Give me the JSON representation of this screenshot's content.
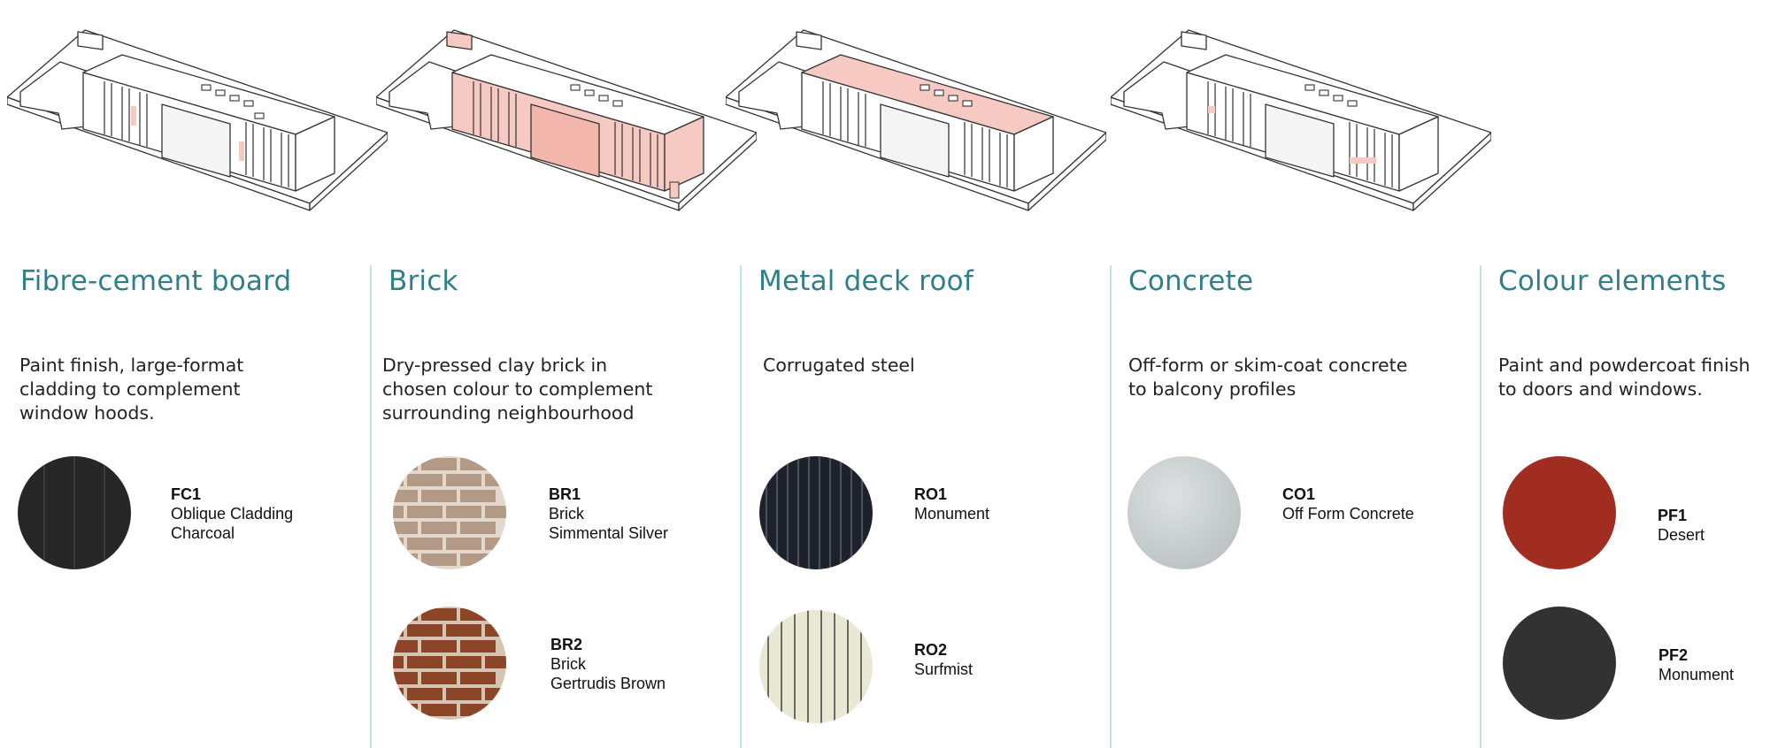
{
  "columns": [
    {
      "title": "Fibre-cement board",
      "description": [
        "Paint finish, large-format",
        "cladding to complement",
        "window hoods."
      ],
      "materials": [
        {
          "code": "FC1",
          "lines": [
            "Oblique Cladding",
            "Charcoal"
          ],
          "swatch": "charcoal-cladding"
        }
      ]
    },
    {
      "title": "Brick",
      "description": [
        "Dry-pressed clay brick in",
        "chosen colour to complement",
        "surrounding neighbourhood"
      ],
      "materials": [
        {
          "code": "BR1",
          "lines": [
            "Brick",
            "Simmental Silver"
          ],
          "swatch": "silver-brick"
        },
        {
          "code": "BR2",
          "lines": [
            "Brick",
            "Gertrudis Brown"
          ],
          "swatch": "brown-brick"
        }
      ]
    },
    {
      "title": "Metal deck roof",
      "description": [
        "Corrugated steel"
      ],
      "materials": [
        {
          "code": "RO1",
          "lines": [
            "Monument"
          ],
          "swatch": "monument-corrugated"
        },
        {
          "code": "RO2",
          "lines": [
            "Surfmist"
          ],
          "swatch": "surfmist-corrugated"
        }
      ]
    },
    {
      "title": "Concrete",
      "description": [
        "Off-form or skim-coat concrete",
        "to balcony profiles"
      ],
      "materials": [
        {
          "code": "CO1",
          "lines": [
            "Off Form Concrete"
          ],
          "swatch": "off-form-concrete"
        }
      ]
    },
    {
      "title": "Colour elements",
      "description": [
        "Paint and powdercoat finish",
        "to doors and windows."
      ],
      "materials": [
        {
          "code": "PF1",
          "lines": [
            "Desert"
          ],
          "swatch": "desert-red"
        },
        {
          "code": "PF2",
          "lines": [
            "Monument"
          ],
          "swatch": "monument-grey"
        }
      ]
    }
  ],
  "colors": {
    "heading": "#2f7f8b",
    "divider": "#bfe3e7",
    "highlight": "#f6c9c3",
    "charcoal": "#262626",
    "silver_brick": "#b39a86",
    "brown_brick": "#8c4526",
    "monument": "#1d212a",
    "surfmist": "#e9e8d5",
    "concrete": "#c7cccd",
    "desert": "#a12c20",
    "monument_paint": "#323232"
  }
}
